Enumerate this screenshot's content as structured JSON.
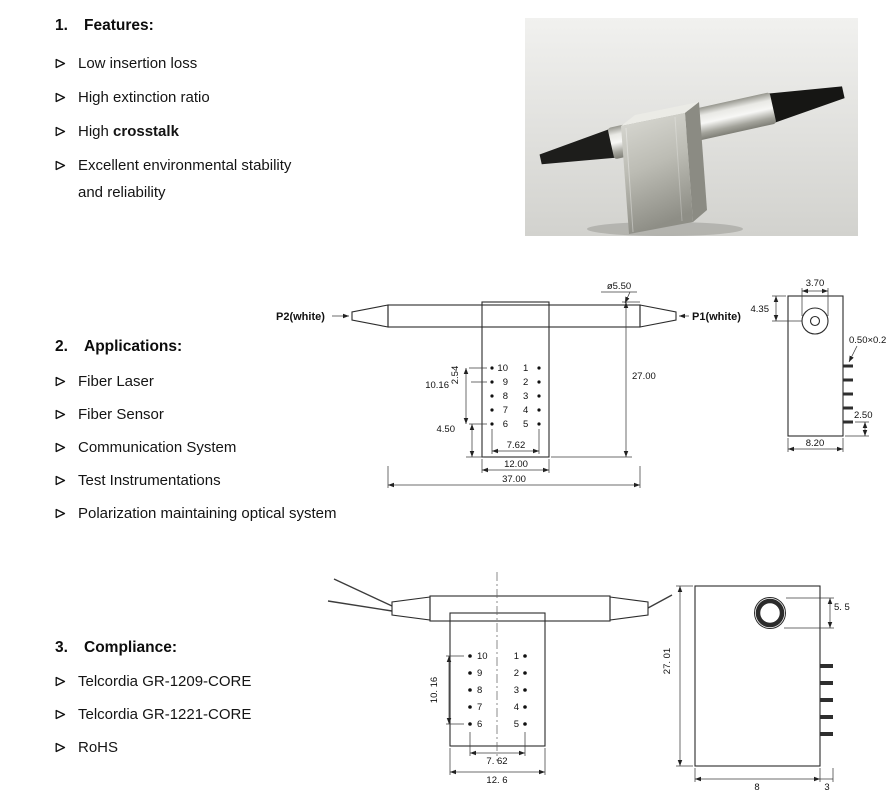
{
  "features": {
    "number": "1.",
    "title": "Features:",
    "items": {
      "0": "Low insertion loss",
      "1": "High extinction ratio",
      "2_prefix": "High ",
      "2_bold": "crosstalk",
      "3": "Excellent environmental stability\nand reliability"
    }
  },
  "applications": {
    "number": "2.",
    "title": "Applications:",
    "items": [
      "Fiber Laser",
      "Fiber Sensor",
      "Communication System",
      "Test Instrumentations",
      "Polarization maintaining optical system"
    ]
  },
  "compliance": {
    "number": "3.",
    "title": "Compliance:",
    "items": [
      "Telcordia GR-1209-CORE",
      "Telcordia GR-1221-CORE",
      "RoHS"
    ]
  },
  "drawing1": {
    "port_left": "P2(white)",
    "port_right": "P1(white)",
    "dims": {
      "diameter": "ø5.50",
      "height": "27.00",
      "pin_span": "10.16",
      "pin_pitch": "2.54",
      "bottom_offset": "4.50",
      "pin_row_width": "7.62",
      "block_width": "12.00",
      "total_length": "37.00"
    },
    "pins_left": [
      "10",
      "9",
      "8",
      "7",
      "6"
    ],
    "pins_right": [
      "1",
      "2",
      "3",
      "4",
      "5"
    ],
    "side": {
      "top_width": "3.70",
      "port_offset": "4.35",
      "pin_size": "0.50×0.2",
      "pin_offset": "2.50",
      "body_width": "8.20"
    }
  },
  "drawing2": {
    "dims": {
      "pin_span": "10. 16",
      "pin_row_width": "7. 62",
      "block_width": "12. 6"
    },
    "pins_left": [
      "10",
      "9",
      "8",
      "7",
      "6"
    ],
    "pins_right": [
      "1",
      "2",
      "3",
      "4",
      "5"
    ],
    "side": {
      "port_diameter": "5. 5",
      "height": "27. 01",
      "body_width": "8",
      "pin_length": "3"
    }
  }
}
